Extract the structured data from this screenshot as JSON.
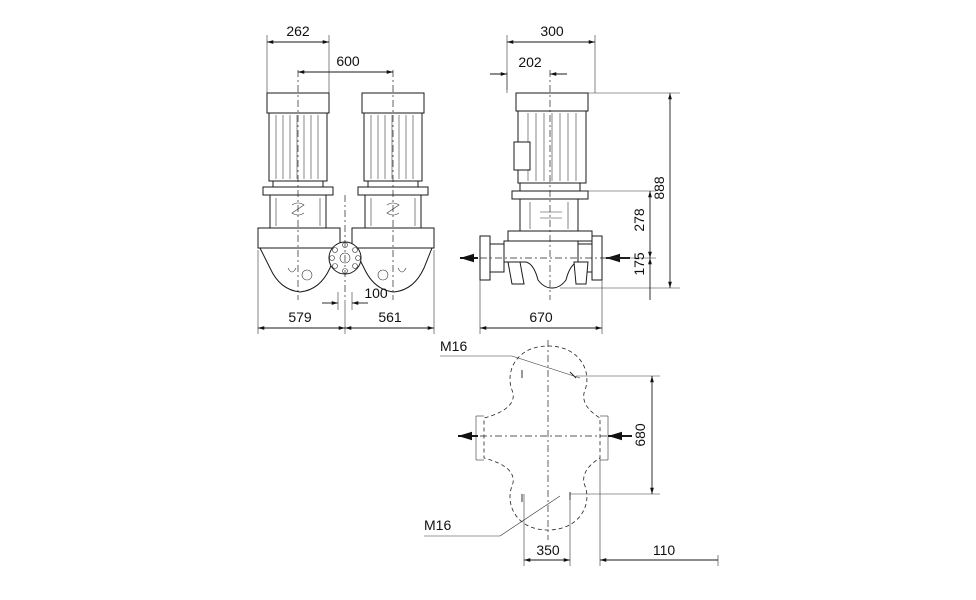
{
  "dimensions": {
    "d262": "262",
    "d600": "600",
    "d300": "300",
    "d202": "202",
    "d888": "888",
    "d278": "278",
    "d175": "175",
    "d100": "100",
    "d579": "579",
    "d561": "561",
    "d670": "670",
    "d680": "680",
    "d350": "350",
    "d110": "110"
  },
  "labels": {
    "bolt_top": "M16",
    "bolt_bottom": "M16"
  }
}
